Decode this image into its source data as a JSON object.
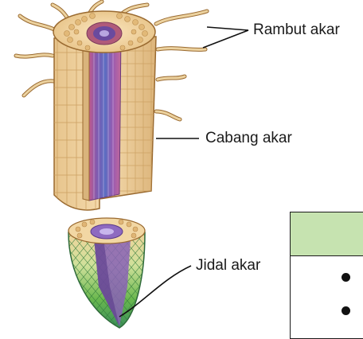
{
  "labels": {
    "rambut_akar": "Rambut akar",
    "cabang_akar": "Cabang akar",
    "jidal_akar": "Jidal akar"
  },
  "table": {
    "header": "",
    "bullets": [
      "",
      ""
    ]
  },
  "colors": {
    "cortex": "#efd09c",
    "cortex_dark": "#c99c5c",
    "outline": "#9a6a30",
    "root_hair": "#e2c28c",
    "xylem": "#7a5aa8",
    "phloem": "#c46a9a",
    "tip_green": "#5ab048",
    "table_header": "#c6e3b0"
  }
}
